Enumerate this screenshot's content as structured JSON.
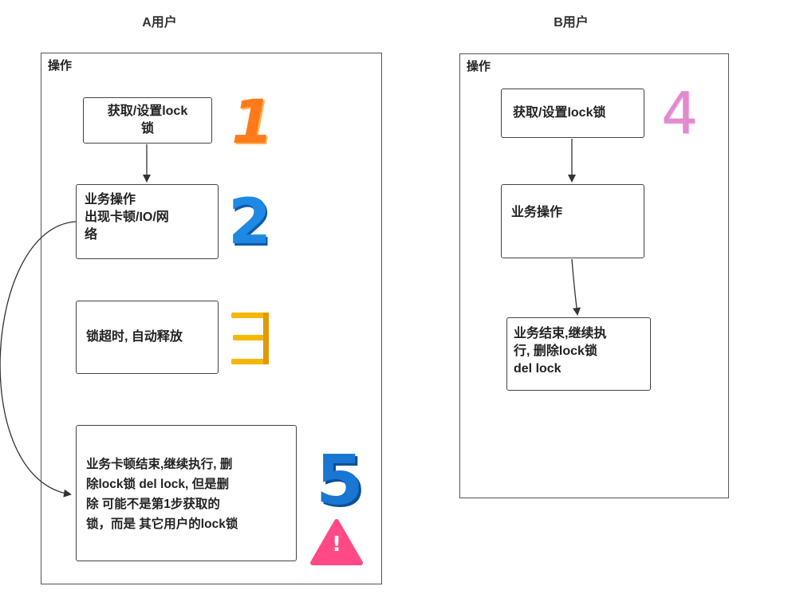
{
  "columns": {
    "a": {
      "title": "A用户",
      "panel_label": "操作",
      "steps": {
        "s1": [
          "获取/设置lock",
          "锁"
        ],
        "s2": [
          "业务操作",
          "出现卡顿/IO/网",
          "络"
        ],
        "s3": [
          "锁超时, 自动释放"
        ],
        "s5": [
          "业务卡顿结束,继续执行, 删",
          "除lock锁 del lock, 但是删",
          "除 可能不是第1步获取的",
          "锁，而是 其它用户的lock锁"
        ]
      }
    },
    "b": {
      "title": "B用户",
      "panel_label": "操作",
      "steps": {
        "s4": [
          "获取/设置lock锁"
        ],
        "s_op": [
          "业务操作"
        ],
        "s_end": [
          "业务结束,继续执",
          "行, 删除lock锁",
          "del lock"
        ]
      }
    }
  },
  "markers": {
    "n1": "1",
    "n2": "2",
    "n3": "三",
    "n4": "4",
    "n5": "5",
    "warn": "!"
  },
  "colors": {
    "n1": "#ff7a1a",
    "n2": "#1e88e5",
    "n3": "#f5b800",
    "n4": "#e28ad0",
    "n5": "#1976d2",
    "warn": "#ff4a86"
  }
}
